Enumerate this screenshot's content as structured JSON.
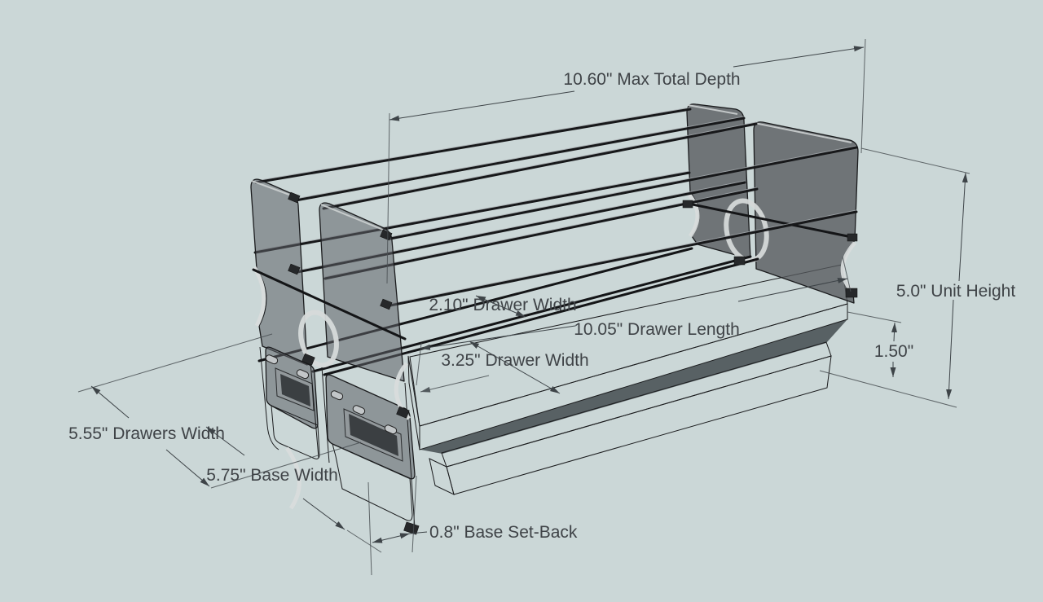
{
  "scene": {
    "view": "isometric-3d-drawing",
    "colors": {
      "background": "#cbd7d7",
      "panel_translucent": "#5d6166",
      "floor_top": "#b0aba8",
      "slab_white": "#f2f0ec",
      "base_top": "#e7e5e1",
      "dim_line": "#3e4448",
      "dim_text": "#3f4347"
    }
  },
  "dimensions": {
    "max_total_depth": {
      "value": "10.60\"",
      "name": "Max Total Depth",
      "label": "10.60\" Max Total Depth"
    },
    "unit_height": {
      "value": "5.0\"",
      "name": "Unit Height",
      "label": "5.0\" Unit Height"
    },
    "base_height": {
      "value": "1.50\"",
      "name": "",
      "label": "1.50\""
    },
    "drawer_width_small": {
      "value": "2.10\"",
      "name": "Drawer Width",
      "label": "2.10\" Drawer Width"
    },
    "drawer_length": {
      "value": "10.05\"",
      "name": "Drawer Length",
      "label": "10.05\" Drawer Length"
    },
    "drawer_width_large": {
      "value": "3.25\"",
      "name": "Drawer Width",
      "label": "3.25\" Drawer Width"
    },
    "drawers_width": {
      "value": "5.55\"",
      "name": "Drawers Width",
      "label": "5.55\" Drawers Width"
    },
    "base_width": {
      "value": "5.75\"",
      "name": "Base Width",
      "label": "5.75\" Base Width"
    },
    "base_setback": {
      "value": "0.8\"",
      "name": "Base Set-Back",
      "label": "0.8\" Base Set-Back"
    }
  }
}
